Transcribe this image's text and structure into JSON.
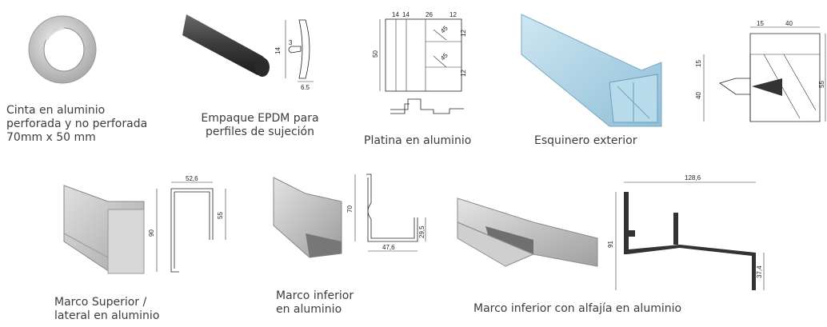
{
  "products": [
    {
      "caption": "Cinta en aluminio\nperforada y no perforada\n70mm x 50 mm"
    },
    {
      "caption": "Empaque EPDM para\nperfiles de sujeción",
      "dims": [
        "14",
        "3",
        "6.5"
      ]
    },
    {
      "caption": "Platina en aluminio",
      "dims": [
        "14",
        "14",
        "26",
        "12",
        "50",
        "12",
        "12",
        "45",
        "45"
      ]
    },
    {
      "caption": "Esquinero exterior"
    },
    {
      "caption": "",
      "dims": [
        "15",
        "40",
        "15",
        "40",
        "55"
      ]
    },
    {
      "caption": "Marco Superior /\nlateral en aluminio",
      "dims": [
        "52,6",
        "90",
        "55"
      ]
    },
    {
      "caption": "Marco inferior\nen aluminio",
      "dims": [
        "70",
        "29,5",
        "47,6"
      ]
    },
    {
      "caption": "Marco inferior con alfajía en aluminio",
      "dims": [
        "128,6",
        "91",
        "37,4"
      ]
    }
  ]
}
